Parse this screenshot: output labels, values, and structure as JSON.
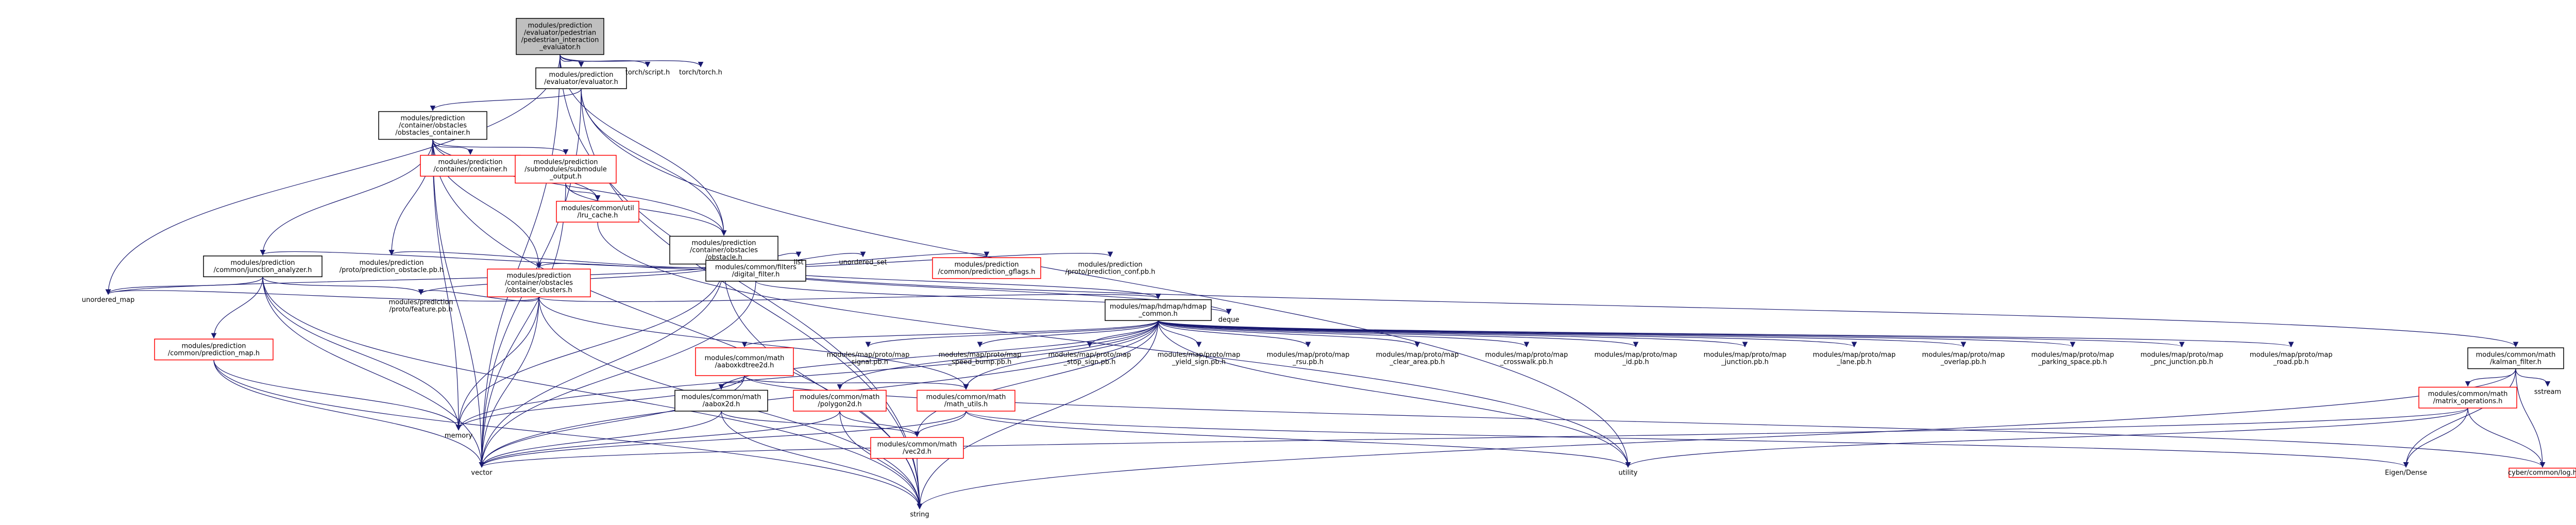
{
  "colors": {
    "edge": "#191970",
    "box_fill": "#ffffff",
    "box_stroke_normal": "#000000",
    "box_stroke_incomplete": "#ff0000",
    "root_fill": "#bfbfbf",
    "plain_text": "#000000"
  },
  "nodes": [
    {
      "id": "root",
      "lines": [
        "modules/prediction",
        "/evaluator/pedestrian",
        "/pedestrian_interaction",
        "_evaluator.h"
      ],
      "style": "root"
    },
    {
      "id": "evaluator",
      "lines": [
        "modules/prediction",
        "/evaluator/evaluator.h"
      ],
      "style": "box"
    },
    {
      "id": "torchscript",
      "lines": [
        "torch/script.h"
      ],
      "style": "plain"
    },
    {
      "id": "torch",
      "lines": [
        "torch/torch.h"
      ],
      "style": "plain"
    },
    {
      "id": "obst_container",
      "lines": [
        "modules/prediction",
        "/container/obstacles",
        "/obstacles_container.h"
      ],
      "style": "box"
    },
    {
      "id": "container",
      "lines": [
        "modules/prediction",
        "/container/container.h"
      ],
      "style": "red"
    },
    {
      "id": "submodule",
      "lines": [
        "modules/prediction",
        "/submodules/submodule",
        "_output.h"
      ],
      "style": "red"
    },
    {
      "id": "lru",
      "lines": [
        "modules/common/util",
        "/lru_cache.h"
      ],
      "style": "red"
    },
    {
      "id": "obstacle",
      "lines": [
        "modules/prediction",
        "/container/obstacles",
        "/obstacle.h"
      ],
      "style": "box"
    },
    {
      "id": "junction_analyzer",
      "lines": [
        "modules/prediction",
        "/common/junction_analyzer.h"
      ],
      "style": "box"
    },
    {
      "id": "pred_obstacle_pb",
      "lines": [
        "modules/prediction",
        "/proto/prediction_obstacle.pb.h"
      ],
      "style": "plain"
    },
    {
      "id": "obst_clusters",
      "lines": [
        "modules/prediction",
        "/container/obstacles",
        "/obstacle_clusters.h"
      ],
      "style": "red"
    },
    {
      "id": "digital_filter",
      "lines": [
        "modules/common/filters",
        "/digital_filter.h"
      ],
      "style": "box"
    },
    {
      "id": "list",
      "lines": [
        "list"
      ],
      "style": "plain"
    },
    {
      "id": "unordered_set",
      "lines": [
        "unordered_set"
      ],
      "style": "plain"
    },
    {
      "id": "gflags",
      "lines": [
        "modules/prediction",
        "/common/prediction_gflags.h"
      ],
      "style": "red"
    },
    {
      "id": "pred_conf_pb",
      "lines": [
        "modules/prediction",
        "/proto/prediction_conf.pb.h"
      ],
      "style": "plain"
    },
    {
      "id": "unordered_map",
      "lines": [
        "unordered_map"
      ],
      "style": "plain"
    },
    {
      "id": "feature_pb",
      "lines": [
        "modules/prediction",
        "/proto/feature.pb.h"
      ],
      "style": "plain"
    },
    {
      "id": "pred_map",
      "lines": [
        "modules/prediction",
        "/common/prediction_map.h"
      ],
      "style": "red"
    },
    {
      "id": "hdmap_common",
      "lines": [
        "modules/map/hdmap/hdmap",
        "_common.h"
      ],
      "style": "box"
    },
    {
      "id": "deque",
      "lines": [
        "deque"
      ],
      "style": "plain"
    },
    {
      "id": "aaboxkdtree",
      "lines": [
        "modules/common/math",
        "/aaboxkdtree2d.h"
      ],
      "style": "red"
    },
    {
      "id": "signal_pb",
      "lines": [
        "modules/map/proto/map",
        "_signal.pb.h"
      ],
      "style": "plain"
    },
    {
      "id": "speed_bump_pb",
      "lines": [
        "modules/map/proto/map",
        "_speed_bump.pb.h"
      ],
      "style": "plain"
    },
    {
      "id": "stop_sign_pb",
      "lines": [
        "modules/map/proto/map",
        "_stop_sign.pb.h"
      ],
      "style": "plain"
    },
    {
      "id": "yield_sign_pb",
      "lines": [
        "modules/map/proto/map",
        "_yield_sign.pb.h"
      ],
      "style": "plain"
    },
    {
      "id": "rsu_pb",
      "lines": [
        "modules/map/proto/map",
        "_rsu.pb.h"
      ],
      "style": "plain"
    },
    {
      "id": "clear_area_pb",
      "lines": [
        "modules/map/proto/map",
        "_clear_area.pb.h"
      ],
      "style": "plain"
    },
    {
      "id": "crosswalk_pb",
      "lines": [
        "modules/map/proto/map",
        "_crosswalk.pb.h"
      ],
      "style": "plain"
    },
    {
      "id": "id_pb",
      "lines": [
        "modules/map/proto/map",
        "_id.pb.h"
      ],
      "style": "plain"
    },
    {
      "id": "junction_pb",
      "lines": [
        "modules/map/proto/map",
        "_junction.pb.h"
      ],
      "style": "plain"
    },
    {
      "id": "lane_pb",
      "lines": [
        "modules/map/proto/map",
        "_lane.pb.h"
      ],
      "style": "plain"
    },
    {
      "id": "overlap_pb",
      "lines": [
        "modules/map/proto/map",
        "_overlap.pb.h"
      ],
      "style": "plain"
    },
    {
      "id": "parking_space_pb",
      "lines": [
        "modules/map/proto/map",
        "_parking_space.pb.h"
      ],
      "style": "plain"
    },
    {
      "id": "pnc_junction_pb",
      "lines": [
        "modules/map/proto/map",
        "_pnc_junction.pb.h"
      ],
      "style": "plain"
    },
    {
      "id": "road_pb",
      "lines": [
        "modules/map/proto/map",
        "_road.pb.h"
      ],
      "style": "plain"
    },
    {
      "id": "kalman",
      "lines": [
        "modules/common/math",
        "/kalman_filter.h"
      ],
      "style": "box"
    },
    {
      "id": "aabox2d",
      "lines": [
        "modules/common/math",
        "/aabox2d.h"
      ],
      "style": "box"
    },
    {
      "id": "polygon2d",
      "lines": [
        "modules/common/math",
        "/polygon2d.h"
      ],
      "style": "red"
    },
    {
      "id": "math_utils",
      "lines": [
        "modules/common/math",
        "/math_utils.h"
      ],
      "style": "red"
    },
    {
      "id": "matrix_ops",
      "lines": [
        "modules/common/math",
        "/matrix_operations.h"
      ],
      "style": "red"
    },
    {
      "id": "sstream",
      "lines": [
        "sstream"
      ],
      "style": "plain"
    },
    {
      "id": "memory",
      "lines": [
        "memory"
      ],
      "style": "plain"
    },
    {
      "id": "vector",
      "lines": [
        "vector"
      ],
      "style": "plain"
    },
    {
      "id": "vec2d",
      "lines": [
        "modules/common/math",
        "/vec2d.h"
      ],
      "style": "red"
    },
    {
      "id": "utility",
      "lines": [
        "utility"
      ],
      "style": "plain"
    },
    {
      "id": "eigen",
      "lines": [
        "Eigen/Dense"
      ],
      "style": "plain"
    },
    {
      "id": "cyber_log",
      "lines": [
        "cyber/common/log.h"
      ],
      "style": "red"
    },
    {
      "id": "string",
      "lines": [
        "string"
      ],
      "style": "plain"
    }
  ],
  "edges": [
    [
      "root",
      "evaluator"
    ],
    [
      "root",
      "torchscript"
    ],
    [
      "root",
      "torch"
    ],
    [
      "root",
      "vector"
    ],
    [
      "root",
      "string"
    ],
    [
      "root",
      "unordered_map"
    ],
    [
      "root",
      "obstacle"
    ],
    [
      "evaluator",
      "obst_container"
    ],
    [
      "evaluator",
      "obstacle"
    ],
    [
      "evaluator",
      "vector"
    ],
    [
      "evaluator",
      "utility"
    ],
    [
      "evaluator",
      "string"
    ],
    [
      "obst_container",
      "container"
    ],
    [
      "obst_container",
      "submodule"
    ],
    [
      "obst_container",
      "lru"
    ],
    [
      "obst_container",
      "obstacle"
    ],
    [
      "obst_container",
      "junction_analyzer"
    ],
    [
      "obst_container",
      "pred_obstacle_pb"
    ],
    [
      "obst_container",
      "obst_clusters"
    ],
    [
      "obst_container",
      "vector"
    ],
    [
      "obst_container",
      "memory"
    ],
    [
      "obst_container",
      "string"
    ],
    [
      "submodule",
      "obstacle"
    ],
    [
      "submodule",
      "lru"
    ],
    [
      "submodule",
      "vector"
    ],
    [
      "lru",
      "utility"
    ],
    [
      "obstacle",
      "junction_analyzer"
    ],
    [
      "obstacle",
      "pred_obstacle_pb"
    ],
    [
      "obstacle",
      "obst_clusters"
    ],
    [
      "obstacle",
      "digital_filter"
    ],
    [
      "obstacle",
      "list"
    ],
    [
      "obstacle",
      "unordered_set"
    ],
    [
      "obstacle",
      "gflags"
    ],
    [
      "obstacle",
      "pred_conf_pb"
    ],
    [
      "obstacle",
      "hdmap_common"
    ],
    [
      "obstacle",
      "deque"
    ],
    [
      "obstacle",
      "kalman"
    ],
    [
      "obstacle",
      "unordered_map"
    ],
    [
      "obstacle",
      "memory"
    ],
    [
      "obstacle",
      "vector"
    ],
    [
      "obstacle",
      "string"
    ],
    [
      "obstacle",
      "feature_pb"
    ],
    [
      "junction_analyzer",
      "pred_map"
    ],
    [
      "junction_analyzer",
      "unordered_map"
    ],
    [
      "junction_analyzer",
      "feature_pb"
    ],
    [
      "junction_analyzer",
      "memory"
    ],
    [
      "junction_analyzer",
      "vector"
    ],
    [
      "junction_analyzer",
      "string"
    ],
    [
      "obst_clusters",
      "feature_pb"
    ],
    [
      "obst_clusters",
      "unordered_map"
    ],
    [
      "obst_clusters",
      "hdmap_common"
    ],
    [
      "obst_clusters",
      "memory"
    ],
    [
      "obst_clusters",
      "vector"
    ],
    [
      "obst_clusters",
      "string"
    ],
    [
      "obst_clusters",
      "math_utils"
    ],
    [
      "digital_filter",
      "vector"
    ],
    [
      "digital_filter",
      "deque"
    ],
    [
      "pred_map",
      "memory"
    ],
    [
      "pred_map",
      "vector"
    ],
    [
      "pred_map",
      "string"
    ],
    [
      "hdmap_common",
      "aaboxkdtree"
    ],
    [
      "hdmap_common",
      "signal_pb"
    ],
    [
      "hdmap_common",
      "speed_bump_pb"
    ],
    [
      "hdmap_common",
      "stop_sign_pb"
    ],
    [
      "hdmap_common",
      "yield_sign_pb"
    ],
    [
      "hdmap_common",
      "rsu_pb"
    ],
    [
      "hdmap_common",
      "clear_area_pb"
    ],
    [
      "hdmap_common",
      "crosswalk_pb"
    ],
    [
      "hdmap_common",
      "id_pb"
    ],
    [
      "hdmap_common",
      "junction_pb"
    ],
    [
      "hdmap_common",
      "lane_pb"
    ],
    [
      "hdmap_common",
      "overlap_pb"
    ],
    [
      "hdmap_common",
      "parking_space_pb"
    ],
    [
      "hdmap_common",
      "pnc_junction_pb"
    ],
    [
      "hdmap_common",
      "road_pb"
    ],
    [
      "hdmap_common",
      "aabox2d"
    ],
    [
      "hdmap_common",
      "polygon2d"
    ],
    [
      "hdmap_common",
      "math_utils"
    ],
    [
      "hdmap_common",
      "vec2d"
    ],
    [
      "hdmap_common",
      "memory"
    ],
    [
      "hdmap_common",
      "vector"
    ],
    [
      "hdmap_common",
      "string"
    ],
    [
      "hdmap_common",
      "utility"
    ],
    [
      "aaboxkdtree",
      "aabox2d"
    ],
    [
      "aaboxkdtree",
      "math_utils"
    ],
    [
      "aaboxkdtree",
      "memory"
    ],
    [
      "aaboxkdtree",
      "vector"
    ],
    [
      "aaboxkdtree",
      "cyber_log"
    ],
    [
      "kalman",
      "matrix_ops"
    ],
    [
      "kalman",
      "sstream"
    ],
    [
      "kalman",
      "string"
    ],
    [
      "kalman",
      "eigen"
    ],
    [
      "kalman",
      "cyber_log"
    ],
    [
      "aabox2d",
      "vec2d"
    ],
    [
      "aabox2d",
      "vector"
    ],
    [
      "aabox2d",
      "string"
    ],
    [
      "polygon2d",
      "vec2d"
    ],
    [
      "polygon2d",
      "vector"
    ],
    [
      "polygon2d",
      "string"
    ],
    [
      "math_utils",
      "vec2d"
    ],
    [
      "math_utils",
      "vector"
    ],
    [
      "math_utils",
      "utility"
    ],
    [
      "math_utils",
      "eigen"
    ],
    [
      "matrix_ops",
      "vector"
    ],
    [
      "matrix_ops",
      "utility"
    ],
    [
      "matrix_ops",
      "eigen"
    ],
    [
      "matrix_ops",
      "cyber_log"
    ],
    [
      "vec2d",
      "string"
    ]
  ]
}
